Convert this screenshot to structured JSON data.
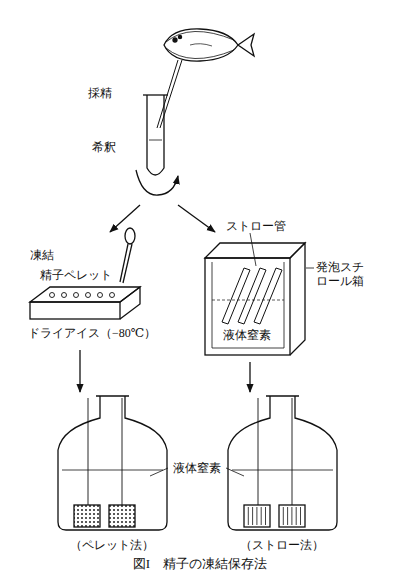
{
  "diagram": {
    "caption": "図I　精子の凍結保存法",
    "labels": [
      "採精",
      "希釈",
      "凍結",
      "精子ペレット",
      "ドライアイス（−80℃）",
      "ストロー管",
      "発泡スチロール箱",
      "液体窒素",
      "液体窒素",
      "（ペレット法）",
      "（ストロー法）"
    ]
  }
}
